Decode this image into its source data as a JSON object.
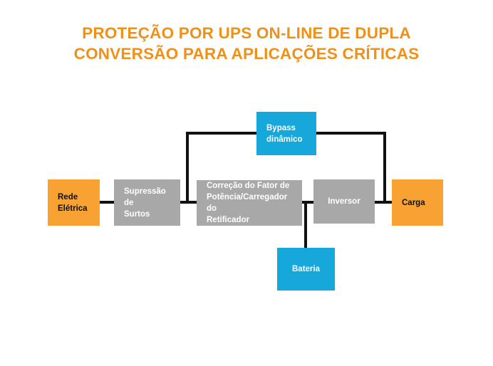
{
  "title": {
    "line1": "PROTEÇÃO POR UPS ON-LINE DE DUPLA",
    "line2": "CONVERSÃO PARA APLICAÇÕES CRÍTICAS",
    "color": "#ef9018"
  },
  "diagram": {
    "type": "block-diagram",
    "nodes": [
      {
        "id": "rede",
        "label": "Rede\nElétrica",
        "fill": "#f7a233",
        "text_color": "#111111"
      },
      {
        "id": "supressao",
        "label": "Supressão de\nSurtos",
        "fill": "#a8a8a8",
        "text_color": "#ffffff"
      },
      {
        "id": "correcao",
        "label": "Correção do Fator de\nPotência/Carregador do\nRetificador",
        "fill": "#a8a8a8",
        "text_color": "#ffffff"
      },
      {
        "id": "inversor",
        "label": "Inversor",
        "fill": "#a8a8a8",
        "text_color": "#ffffff"
      },
      {
        "id": "carga",
        "label": "Carga",
        "fill": "#f7a233",
        "text_color": "#111111"
      },
      {
        "id": "bypass",
        "label": "Bypass\ndinâmico",
        "fill": "#17a8db",
        "text_color": "#ffffff"
      },
      {
        "id": "bateria",
        "label": "Bateria",
        "fill": "#17a8db",
        "text_color": "#ffffff"
      }
    ],
    "connections": [
      {
        "from": "rede",
        "to": "supressao"
      },
      {
        "from": "supressao",
        "to": "correcao"
      },
      {
        "from": "correcao",
        "to": "inversor"
      },
      {
        "from": "inversor",
        "to": "carga"
      },
      {
        "from": "supressao",
        "to": "bypass"
      },
      {
        "from": "bypass",
        "to": "carga"
      },
      {
        "from": "bateria",
        "to": "correcao"
      }
    ],
    "line_color": "#111111",
    "background": "#ffffff"
  }
}
